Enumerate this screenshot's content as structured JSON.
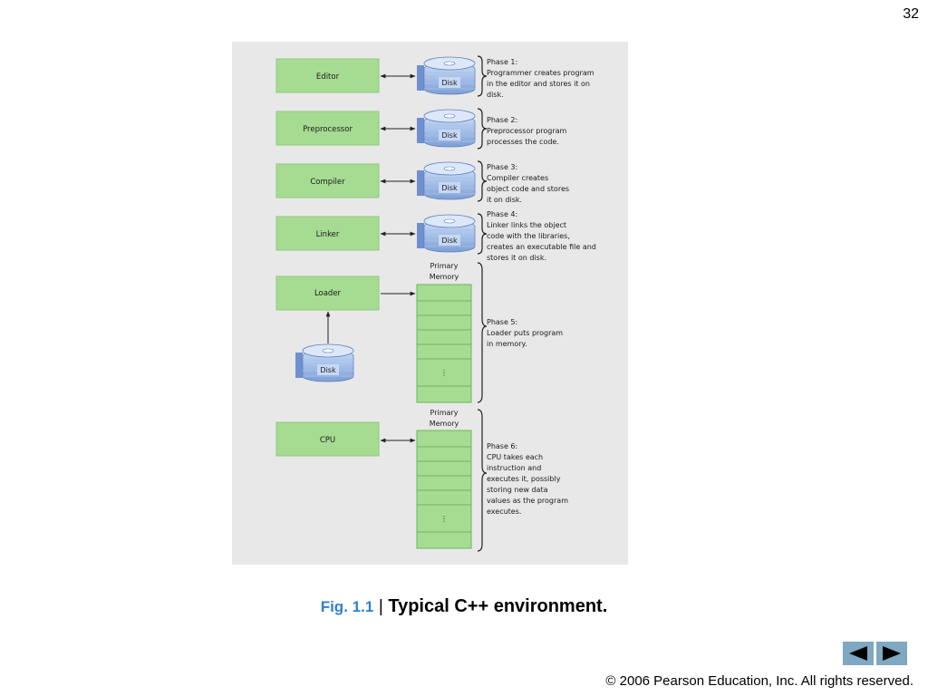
{
  "page_number": "32",
  "stages": {
    "editor": "Editor",
    "preprocessor": "Preprocessor",
    "compiler": "Compiler",
    "linker": "Linker",
    "loader": "Loader",
    "cpu": "CPU"
  },
  "disk_label": "Disk",
  "memory_label_line1": "Primary",
  "memory_label_line2": "Memory",
  "memory_ellipsis": "⋮",
  "phases": {
    "p1": [
      "Phase 1:",
      "Programmer creates program",
      "in the editor and stores it on",
      "disk."
    ],
    "p2": [
      "Phase 2:",
      "Preprocessor program",
      "processes the code."
    ],
    "p3": [
      "Phase 3:",
      "Compiler creates",
      "object code and stores",
      "it on disk."
    ],
    "p4": [
      "Phase 4:",
      "Linker links the object",
      "code with the libraries,",
      "creates an executable file and",
      "stores it on disk."
    ],
    "p5": [
      "Phase 5:",
      "Loader puts program",
      "in memory."
    ],
    "p6": [
      "Phase 6:",
      "CPU takes each",
      "instruction and",
      "executes it, possibly",
      "storing new data",
      "values as the program",
      "executes."
    ]
  },
  "caption": {
    "fig": "Fig. 1.1",
    "separator": "|",
    "title": "Typical C++ environment."
  },
  "nav": {
    "prev_icon": "triangle-left-icon",
    "next_icon": "triangle-right-icon"
  },
  "copyright": "© 2006 Pearson Education, Inc.  All rights reserved.",
  "colors": {
    "stage_green": "#a6dc92",
    "panel_gray": "#e8e8e8",
    "disk_blue": "#8fb2e6",
    "fig_blue": "#2f7fd1",
    "nav_blue": "#7fa8c3"
  }
}
